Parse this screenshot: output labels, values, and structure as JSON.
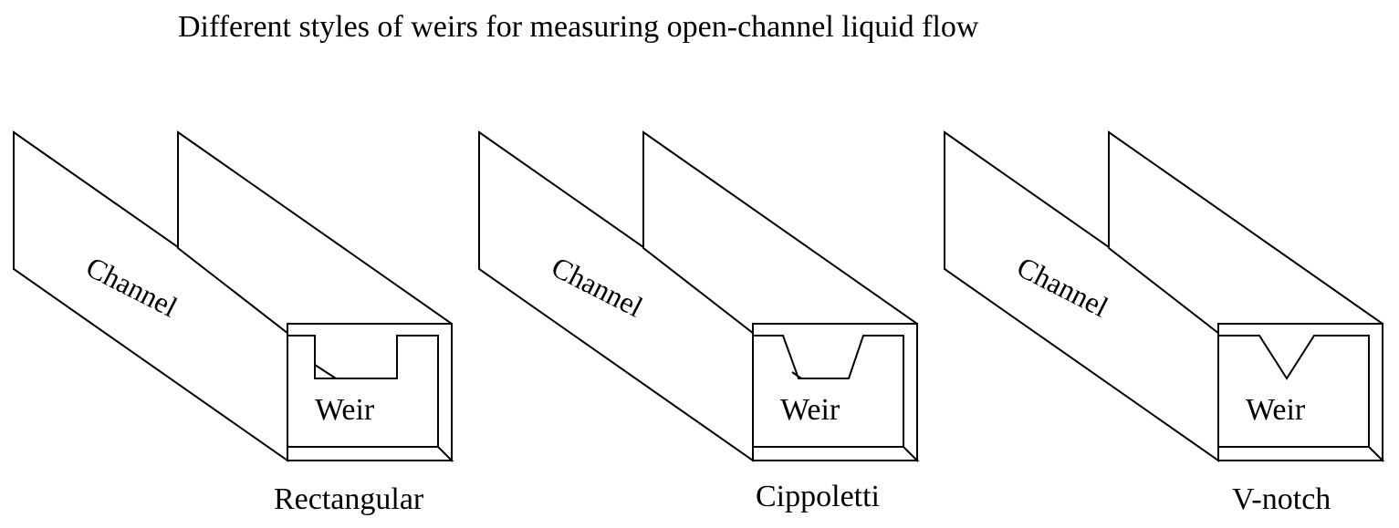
{
  "title": "Different styles of weirs for measuring open-channel liquid flow",
  "weirs": [
    {
      "style": "Rectangular",
      "channel_label": "Channel",
      "weir_label": "Weir",
      "notch_shape": "rectangular"
    },
    {
      "style": "Cippoletti",
      "channel_label": "Channel",
      "weir_label": "Weir",
      "notch_shape": "trapezoidal"
    },
    {
      "style": "V-notch",
      "channel_label": "Channel",
      "weir_label": "Weir",
      "notch_shape": "triangular"
    }
  ]
}
